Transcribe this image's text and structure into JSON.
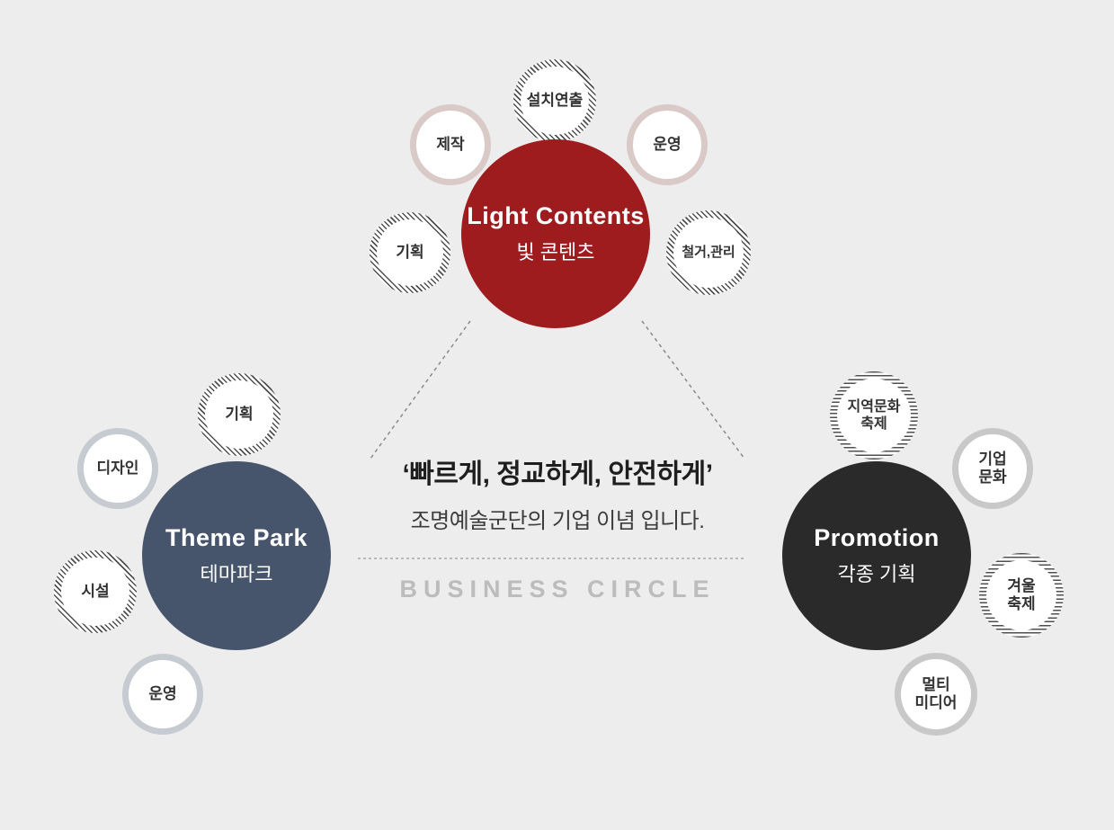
{
  "canvas": {
    "background": "#ededed"
  },
  "center": {
    "headline": "‘빠르게, 정교하게, 안전하게’",
    "subline": "조명예술군단의 기업 이념 입니다.",
    "caption": "BUSINESS CIRCLE"
  },
  "clusters": {
    "light": {
      "title_en": "Light Contents",
      "title_ko": "빛 콘텐츠",
      "color": "#9e1c1e",
      "satellite_border_color": "#d9c9c7",
      "satellites": [
        {
          "label": "설치연출",
          "ring": "diagonal-stripes"
        },
        {
          "label": "제작",
          "ring": "solid"
        },
        {
          "label": "운영",
          "ring": "solid"
        },
        {
          "label": "기획",
          "ring": "diagonal-stripes"
        },
        {
          "label": "철거,관리",
          "ring": "diagonal-stripes"
        }
      ]
    },
    "theme": {
      "title_en": "Theme Park",
      "title_ko": "테마파크",
      "color": "#47556c",
      "satellite_border_color": "#c6cad1",
      "satellites": [
        {
          "label": "기획",
          "ring": "diagonal-stripes"
        },
        {
          "label": "디자인",
          "ring": "solid"
        },
        {
          "label": "시설",
          "ring": "diagonal-stripes"
        },
        {
          "label": "운영",
          "ring": "solid"
        }
      ]
    },
    "promotion": {
      "title_en": "Promotion",
      "title_ko": "각종 기획",
      "color": "#2a2a2a",
      "satellite_border_color": "#c8c8c8",
      "satellites": [
        {
          "label": "지역문화\n축제",
          "ring": "horizontal-stripes"
        },
        {
          "label": "기업\n문화",
          "ring": "solid"
        },
        {
          "label": "겨울\n축제",
          "ring": "horizontal-stripes"
        },
        {
          "label": "멀티\n미디어",
          "ring": "solid"
        }
      ]
    }
  }
}
